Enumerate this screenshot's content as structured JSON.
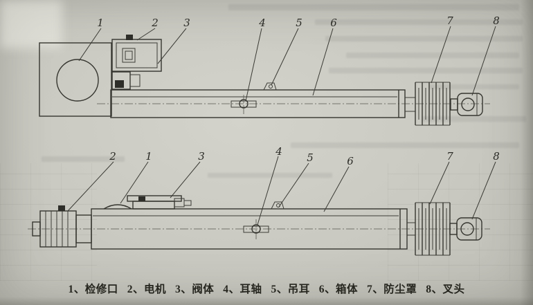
{
  "page": {
    "background": "#c9c9c1",
    "ink": "#35352f",
    "description": "Scanned technical drawing of an electric actuator, two orthographic views with numbered part callouts"
  },
  "drawing": {
    "top_view": {
      "callouts": [
        "1",
        "2",
        "3",
        "4",
        "5",
        "6",
        "7",
        "8"
      ]
    },
    "bottom_view": {
      "callouts": [
        "2",
        "1",
        "3",
        "4",
        "5",
        "6",
        "7",
        "8"
      ]
    }
  },
  "legend": {
    "items": [
      "1、检修口",
      "2、电机",
      "3、阀体",
      "4、耳轴",
      "5、吊耳",
      "6、箱体",
      "7、防尘罩",
      "8、叉头"
    ]
  }
}
